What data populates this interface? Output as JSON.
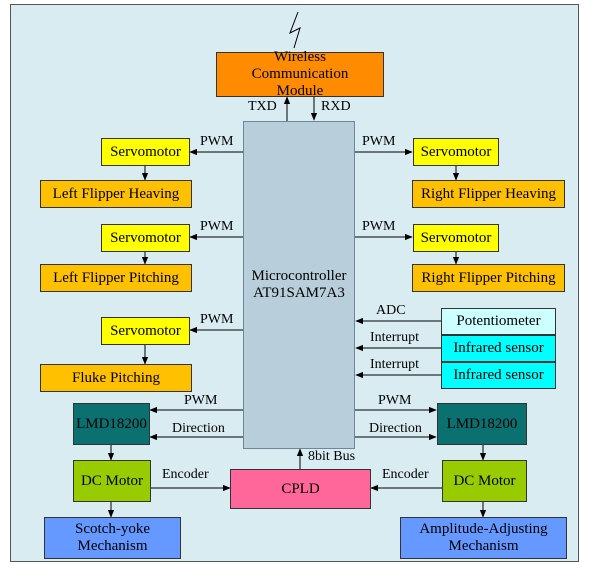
{
  "wireless_module": "Wireless Communication Module",
  "microcontroller": {
    "line1": "Microcontroller",
    "line2": "AT91SAM7A3"
  },
  "signals": {
    "txd": "TXD",
    "rxd": "RXD",
    "pwm": "PWM",
    "adc": "ADC",
    "interrupt": "Interrupt",
    "direction": "Direction",
    "encoder": "Encoder",
    "bus": "8bit Bus"
  },
  "left": {
    "servo1": "Servomotor",
    "heaving": "Left Flipper Heaving",
    "servo2": "Servomotor",
    "pitching": "Left Flipper Pitching",
    "servo3": "Servomotor",
    "fluke": "Fluke Pitching",
    "driver": "LMD18200",
    "motor": "DC Motor",
    "mechanism": "Scotch-yoke Mechanism"
  },
  "right": {
    "servo1": "Servomotor",
    "heaving": "Right Flipper Heaving",
    "servo2": "Servomotor",
    "pitching": "Right Flipper Pitching",
    "potentiometer": "Potentiometer",
    "infrared1": "Infrared sensor",
    "infrared2": "Infrared sensor",
    "driver": "LMD18200",
    "motor": "DC Motor",
    "mechanism": "Amplitude-Adjusting Mechanism"
  },
  "cpld": "CPLD"
}
